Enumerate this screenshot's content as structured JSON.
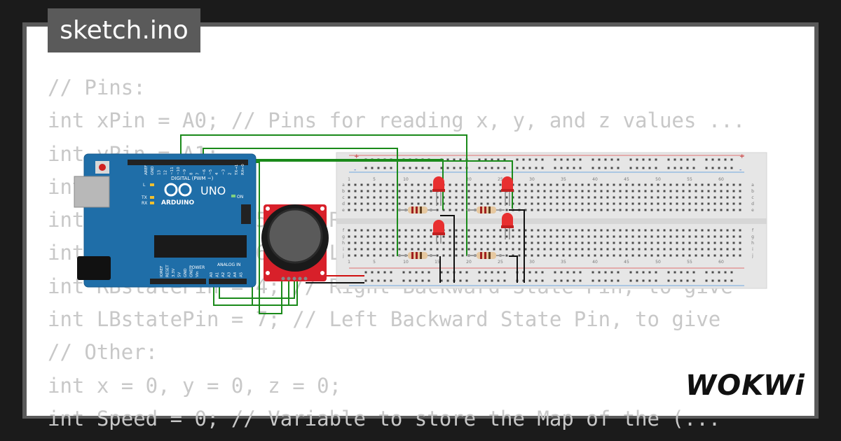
{
  "tab": {
    "title": "sketch.ino"
  },
  "code_lines": [
    "// Pins:",
    "int xPin = A0; // Pins for reading x, y, and z values ...",
    "int yPin = A1;",
    "int zPin = 2;",
    "int RFstatePin = 5; // Right Forward State Pin (analog)",
    "int LFstatePin = 6; // Left Forward State Pin (analog) w",
    "int RBstatePin = 4; // Right Backward State Pin, to give",
    "int LBstatePin = 7; // Left Backward State Pin, to give",
    "// Other:",
    "int x = 0, y = 0, z = 0;",
    "int Speed = 0; // Variable to store the Map of the (..."
  ],
  "arduino": {
    "brand": "ARDUINO",
    "model": "UNO",
    "header_digital": "DIGITAL (PWM ~)",
    "header_analog": "ANALOG IN",
    "header_power": "POWER",
    "on_label": "ON",
    "led_l": "L",
    "led_tx": "TX",
    "led_rx": "RX",
    "digital_pins": [
      "AREF",
      "GND",
      "13",
      "12",
      "~11",
      "~10",
      "~9",
      "8",
      "7",
      "~6",
      "~5",
      "4",
      "~3",
      "2",
      "TX→1",
      "RX←0"
    ],
    "power_pins": [
      "IOREF",
      "RESET",
      "3.3V",
      "5V",
      "GND",
      "GND",
      "Vin"
    ],
    "analog_pins": [
      "A0",
      "A1",
      "A2",
      "A3",
      "A4",
      "A5"
    ]
  },
  "breadboard": {
    "column_labels": [
      "1",
      "5",
      "10",
      "15",
      "20",
      "25",
      "30",
      "35",
      "40",
      "45",
      "50",
      "55",
      "60"
    ],
    "row_labels_top": [
      "a",
      "b",
      "c",
      "d",
      "e"
    ],
    "row_labels_bottom": [
      "f",
      "g",
      "h",
      "i",
      "j"
    ],
    "rail_plus": "+",
    "rail_minus": "-"
  },
  "brand": {
    "logo": "WOKWi"
  },
  "colors": {
    "wire_green": "#1a8a1a",
    "wire_black": "#111111",
    "wire_red": "#d01010",
    "arduino_blue": "#1f6ea8",
    "led_red": "#e83030",
    "joystick_board": "#d8202a"
  }
}
